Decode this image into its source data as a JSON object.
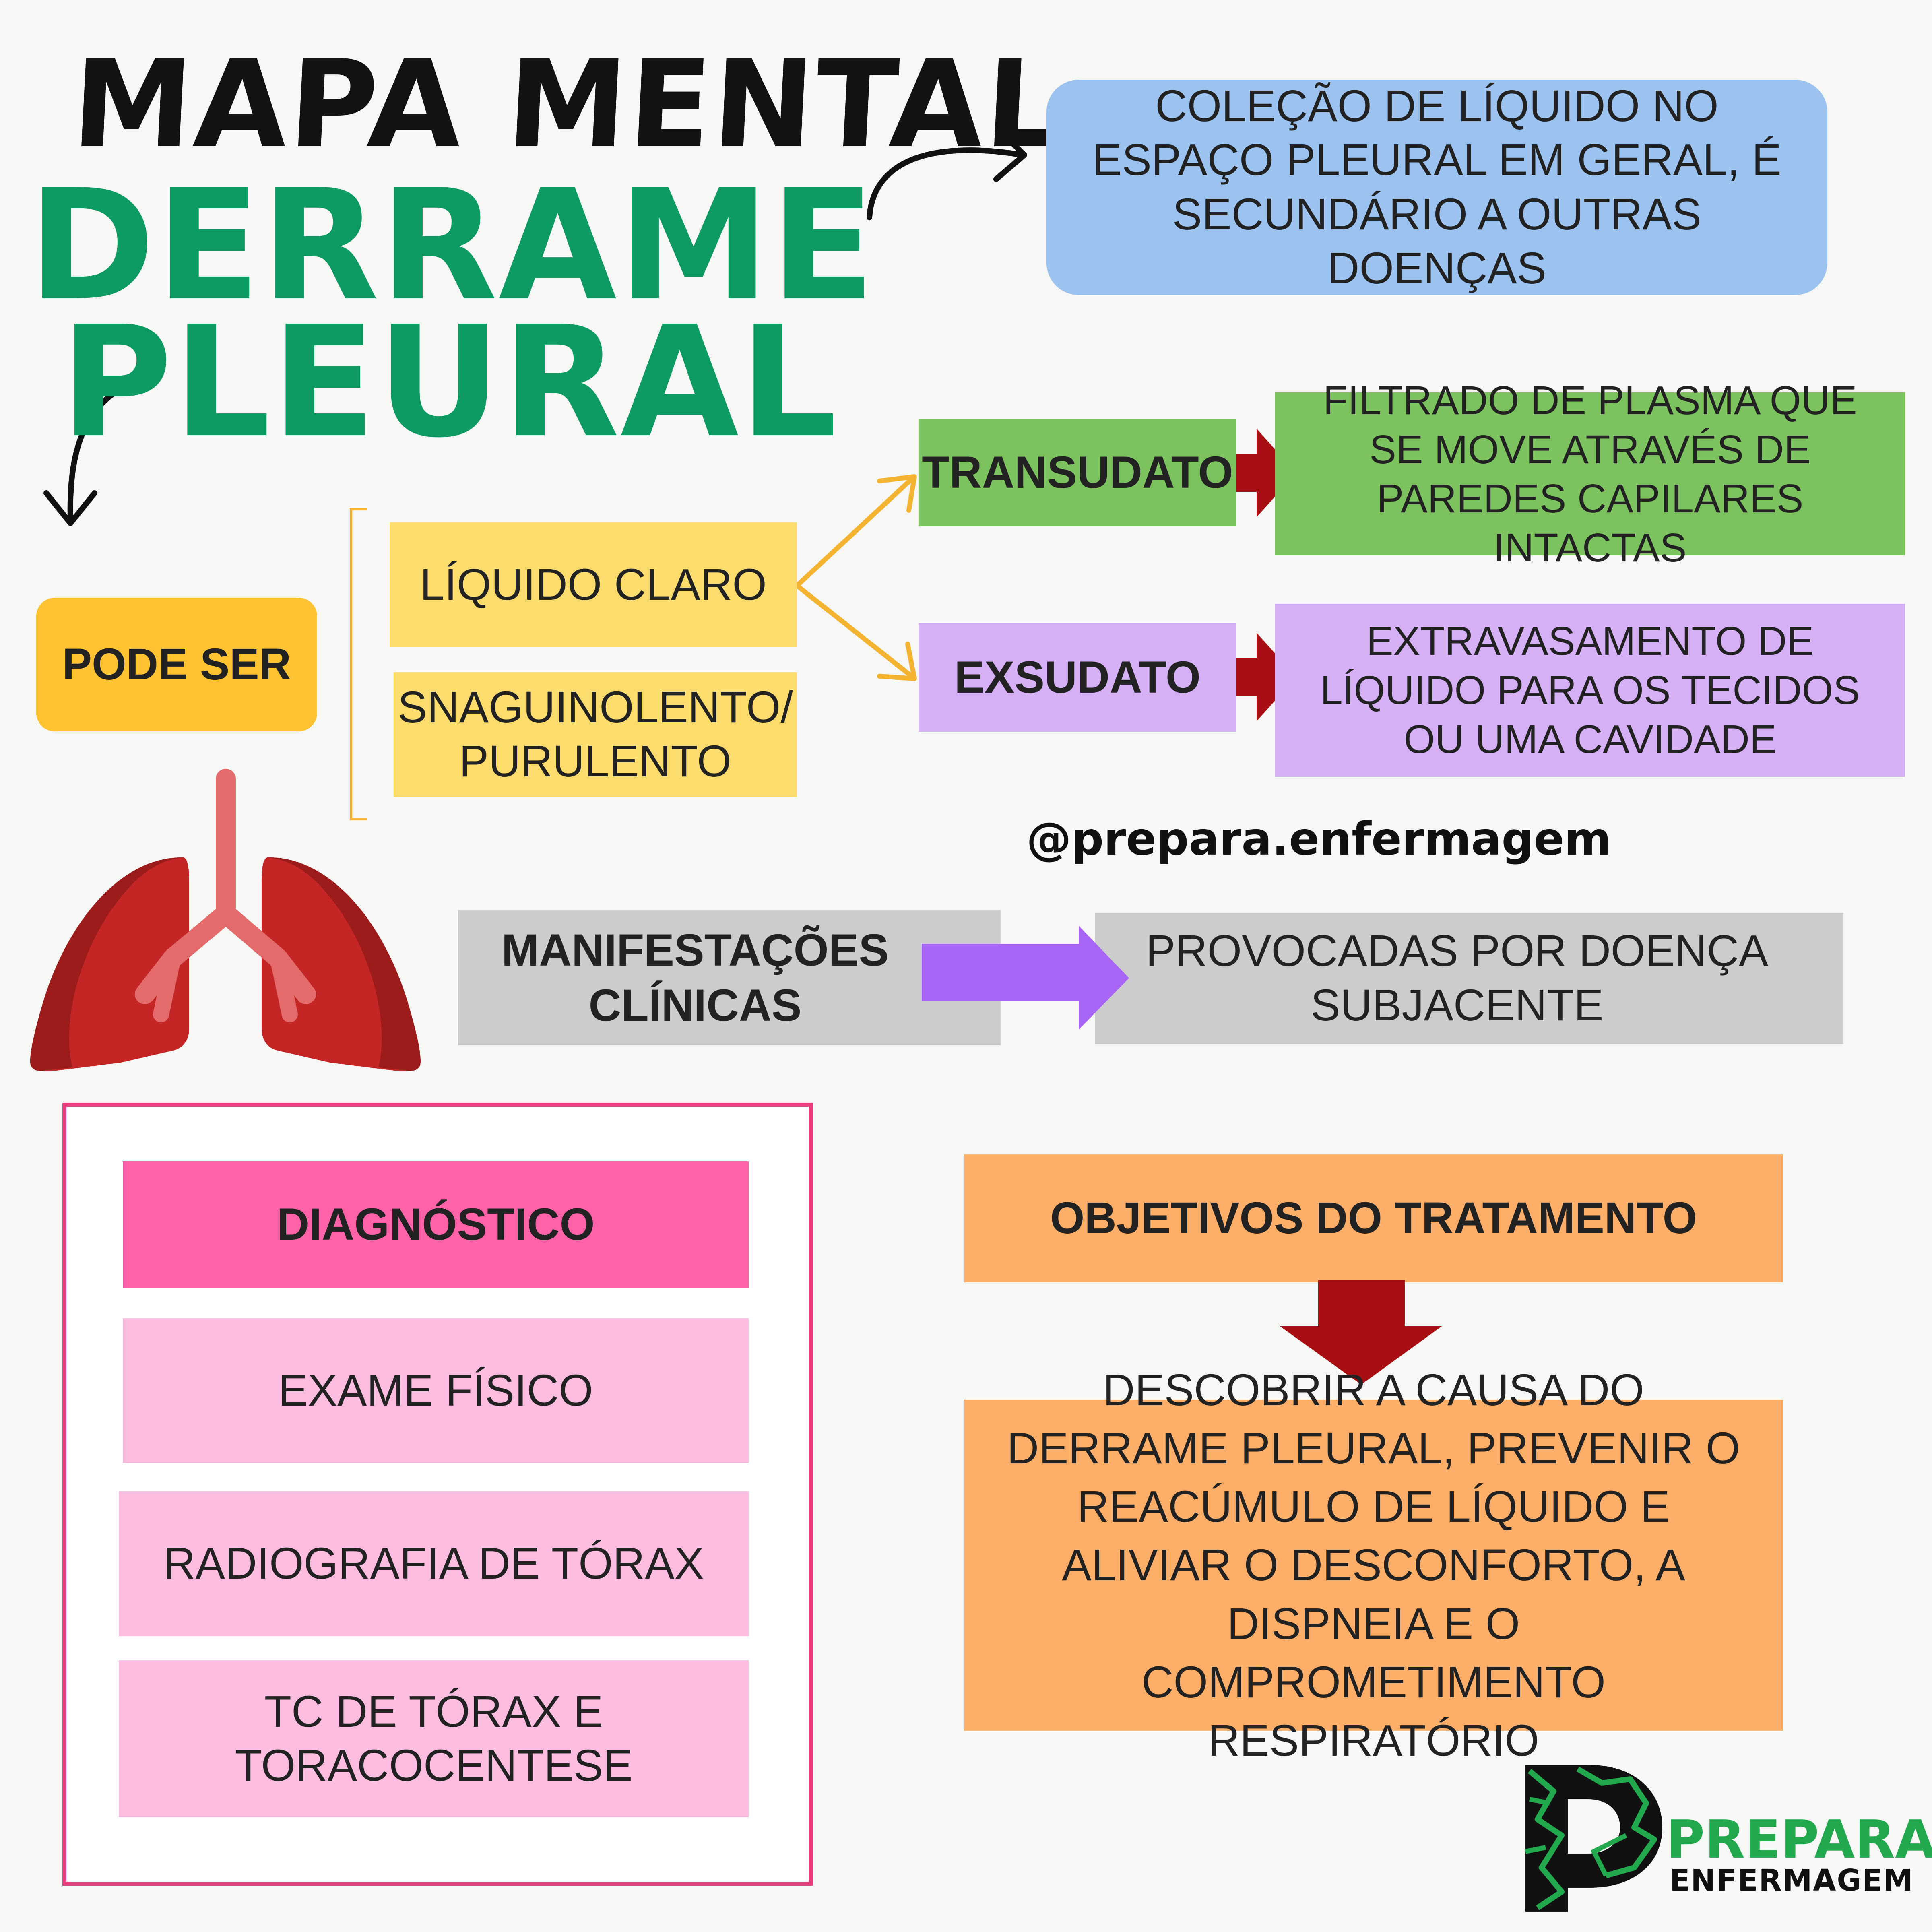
{
  "title": {
    "line1": "MAPA MENTAL",
    "line2": "DERRAME",
    "line3": "PLEURAL"
  },
  "definition": "COLEÇÃO DE LÍQUIDO NO ESPAÇO PLEURAL EM GERAL, É SECUNDÁRIO A OUTRAS DOENÇAS",
  "pode_ser": "PODE SER",
  "types": {
    "liquido_claro": "LÍQUIDO CLARO",
    "snaguinolento": "SNAGUINOLENTO/ PURULENTO"
  },
  "transudato": {
    "label": "TRANSUDATO",
    "description": "FILTRADO DE PLASMA QUE SE MOVE ATRAVÉS DE PAREDES CAPILARES INTACTAS"
  },
  "exsudato": {
    "label": "EXSUDATO",
    "description": "EXTRAVASAMENTO DE LÍQUIDO PARA OS TECIDOS OU UMA CAVIDADE"
  },
  "handle": "@prepara.enfermagem",
  "manifestacoes": {
    "label": "MANIFESTAÇÕES CLÍNICAS",
    "description": "PROVOCADAS POR DOENÇA SUBJACENTE"
  },
  "diagnostico": {
    "title": "DIAGNÓSTICO",
    "items": [
      "EXAME FÍSICO",
      "RADIOGRAFIA DE TÓRAX",
      "TC DE TÓRAX E TORACOCENTESE"
    ]
  },
  "tratamento": {
    "title": "OBJETIVOS DO TRATAMENTO",
    "description": "DESCOBRIR A CAUSA DO DERRAME PLEURAL, PREVENIR O REACÚMULO DE LÍQUIDO E ALIVIAR O DESCONFORTO, A DISPNEIA E O COMPROMETIMENTO RESPIRATÓRIO"
  },
  "logo": {
    "line1": "PREPARA",
    "line2": "ENFERMAGEM"
  },
  "colors": {
    "title_green": "#0e9a63",
    "definition_blue": "#9cc3f0",
    "yellow": "#fddc6e",
    "pode_ser_orange": "#fec233",
    "green_box": "#7cc25f",
    "purple_box": "#d6b0f5",
    "grey_box": "#cccccc",
    "pink_header": "#ff62a6",
    "pink_item": "#fdbde0",
    "orange_box": "#fdae68",
    "dark_red_arrow": "#a80f12",
    "purple_arrow": "#a865f5"
  },
  "icons": [
    "lungs-icon",
    "prepara-logo-icon"
  ]
}
